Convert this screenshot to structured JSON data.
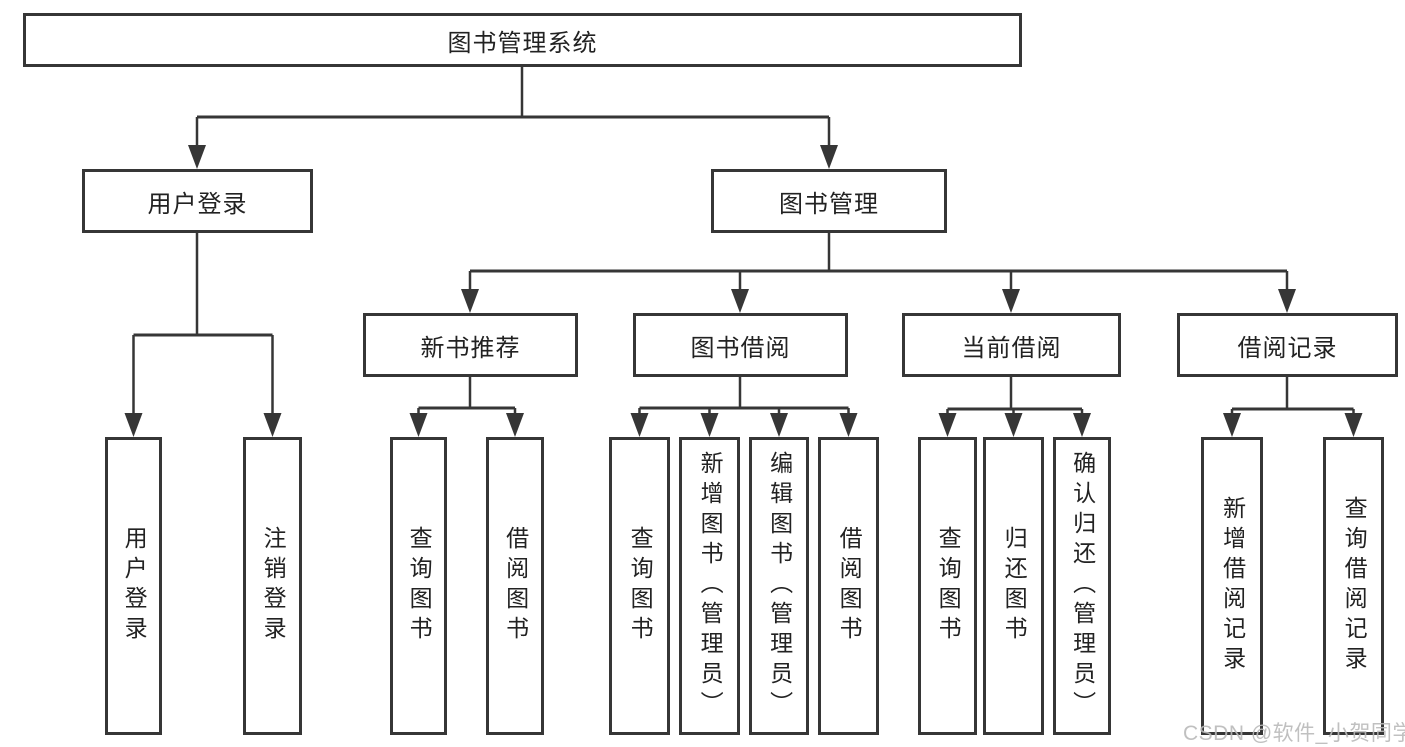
{
  "diagram": {
    "root": {
      "label": "图书管理系统"
    },
    "level2": {
      "user_login": {
        "label": "用户登录"
      },
      "book_mgmt": {
        "label": "图书管理"
      }
    },
    "level3": {
      "new_book_rec": {
        "label": "新书推荐"
      },
      "book_borrow": {
        "label": "图书借阅"
      },
      "current_borrow": {
        "label": "当前借阅"
      },
      "borrow_records": {
        "label": "借阅记录"
      }
    },
    "leaves": {
      "user_login": {
        "label": "用户登录",
        "parent": "用户登录"
      },
      "logout": {
        "label": "注销登录",
        "parent": "用户登录"
      },
      "query_book_1": {
        "label": "查询图书",
        "parent": "新书推荐"
      },
      "borrow_book_1": {
        "label": "借阅图书",
        "parent": "新书推荐"
      },
      "query_book_2": {
        "label": "查询图书",
        "parent": "图书借阅"
      },
      "add_book": {
        "label": "新增图书（管理员）",
        "parent": "图书借阅"
      },
      "edit_book": {
        "label": "编辑图书（管理员）",
        "parent": "图书借阅"
      },
      "borrow_book_2": {
        "label": "借阅图书",
        "parent": "图书借阅"
      },
      "query_book_3": {
        "label": "查询图书",
        "parent": "当前借阅"
      },
      "return_book": {
        "label": "归还图书",
        "parent": "当前借阅"
      },
      "confirm_return": {
        "label": "确认归还（管理员）",
        "parent": "当前借阅"
      },
      "add_record": {
        "label": "新增借阅记录",
        "parent": "借阅记录"
      },
      "query_record": {
        "label": "查询借阅记录",
        "parent": "借阅记录"
      }
    }
  },
  "watermark": {
    "text": "CSDN @软件_小贺同学"
  },
  "colors": {
    "line": "#363636",
    "box_border": "#363636",
    "box_fill": "#ffffff",
    "text": "#222222",
    "watermark": "#b9b9b9",
    "background": "#ffffff"
  }
}
